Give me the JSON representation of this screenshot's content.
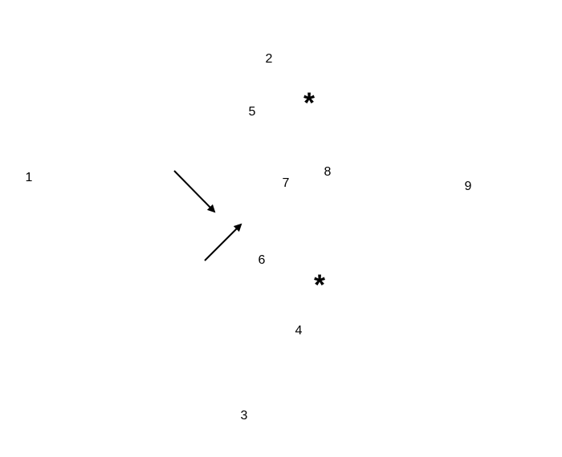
{
  "diagram": {
    "labels": {
      "n1": "1",
      "n2": "2",
      "n3": "3",
      "n4": "4",
      "n5": "5",
      "n6": "6",
      "n7": "7",
      "n8": "8",
      "n9": "9"
    },
    "markers": {
      "star_upper": "*",
      "star_lower": "*"
    },
    "arrows": [
      {
        "name": "arrow-down-right",
        "direction": "down-right"
      },
      {
        "name": "arrow-up-right",
        "direction": "up-right"
      }
    ],
    "colors": {
      "background": "#ffffff",
      "ink": "#000000"
    }
  }
}
